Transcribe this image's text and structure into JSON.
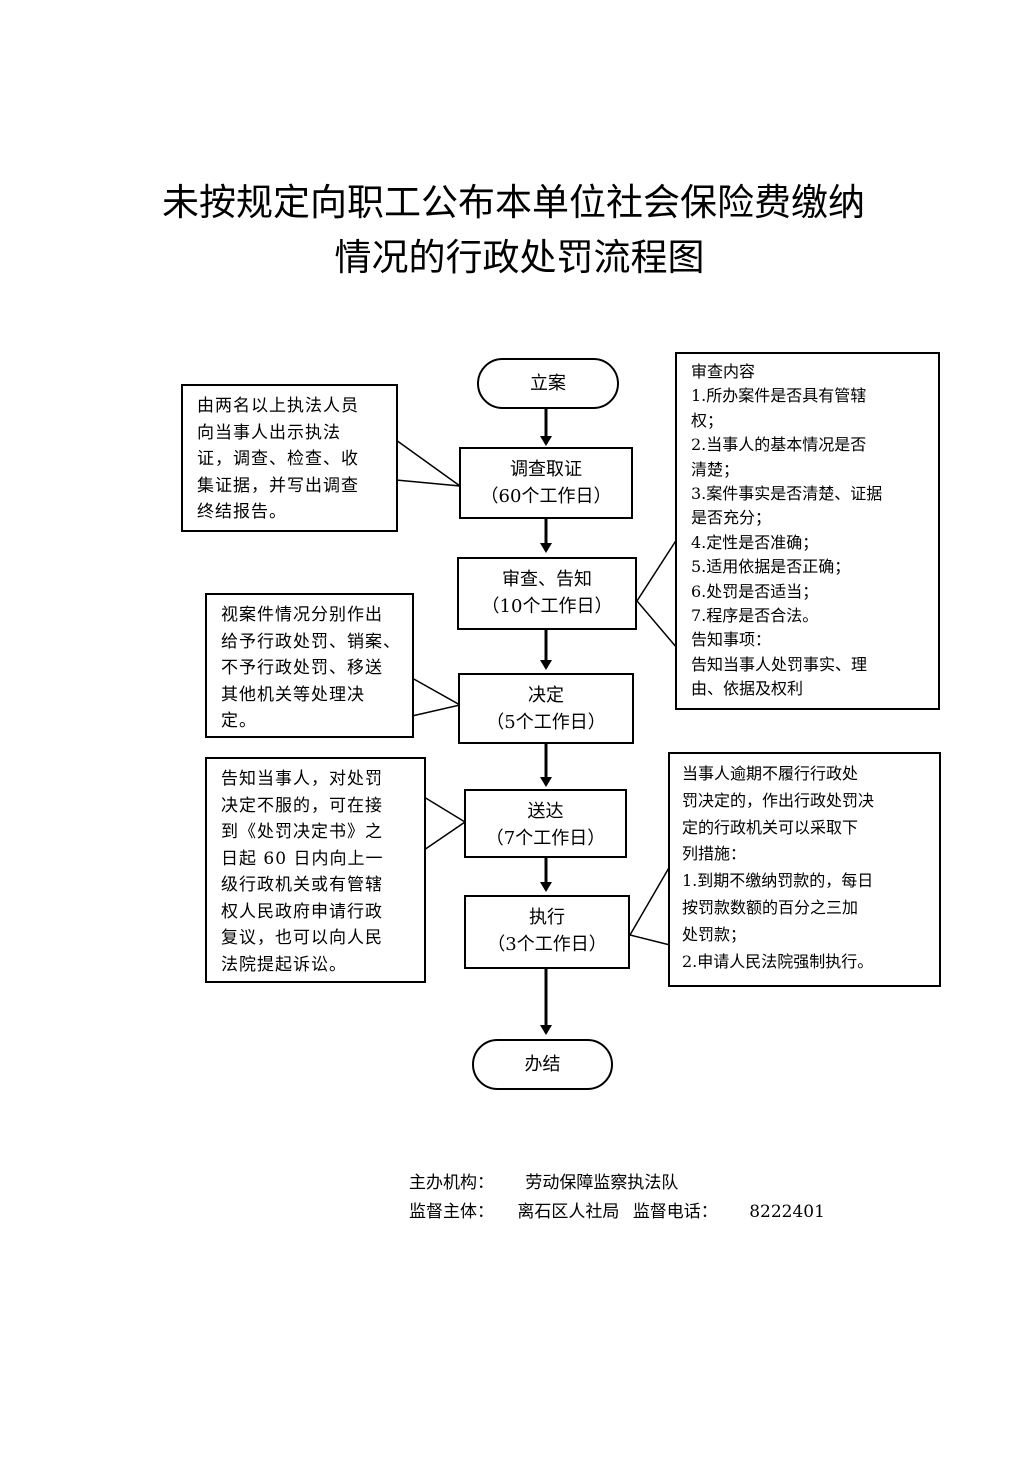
{
  "title": {
    "line1": "未按规定向职工公布本单位社会保险费缴纳",
    "line2": "情况的行政处罚流程图"
  },
  "flow": {
    "start": "立案",
    "steps": [
      {
        "label": "调查取证",
        "duration": "（60个工作日）"
      },
      {
        "label": "审查、告知",
        "duration": "（10个工作日）"
      },
      {
        "label": "决定",
        "duration": "（5个工作日）"
      },
      {
        "label": "送达",
        "duration": "（7个工作日）"
      },
      {
        "label": "执行",
        "duration": "（3个工作日）"
      }
    ],
    "end": "办结"
  },
  "notes": {
    "investigation": [
      "由两名以上执法人员",
      "向当事人出示执法",
      "证，调查、检查、收",
      "集证据，并写出调查",
      "终结报告。"
    ],
    "review": [
      "审查内容",
      "1.所办案件是否具有管辖",
      "权；",
      "2.当事人的基本情况是否",
      "清楚；",
      "3.案件事实是否清楚、证据",
      "是否充分；",
      "4.定性是否准确；",
      "5.适用依据是否正确；",
      "6.处罚是否适当；",
      "7.程序是否合法。",
      "告知事项：",
      "告知当事人处罚事实、理",
      "由、依据及权利"
    ],
    "decision": [
      "视案件情况分别作出",
      "给予行政处罚、销案、",
      "不予行政处罚、移送",
      "其他机关等处理决",
      "定。"
    ],
    "delivery": [
      "告知当事人，对处罚",
      "决定不服的，可在接",
      "到《处罚决定书》之",
      "日起 60 日内向上一",
      "级行政机关或有管辖",
      "权人民政府申请行政",
      "复议，也可以向人民",
      "法院提起诉讼。"
    ],
    "execution": [
      "当事人逾期不履行行政处",
      "罚决定的，作出行政处罚决",
      "定的行政机关可以采取下",
      "列措施：",
      "1.到期不缴纳罚款的，每日",
      "按罚款数额的百分之三加",
      "处罚款；",
      "2.申请人民法院强制执行。"
    ]
  },
  "footer": {
    "org_label": "主办机构：",
    "org_value": "劳动保障监察执法队",
    "supervisor_label": "监督主体：",
    "supervisor_value": "离石区人社局",
    "phone_label": "监督电话：",
    "phone_value": "8222401"
  }
}
